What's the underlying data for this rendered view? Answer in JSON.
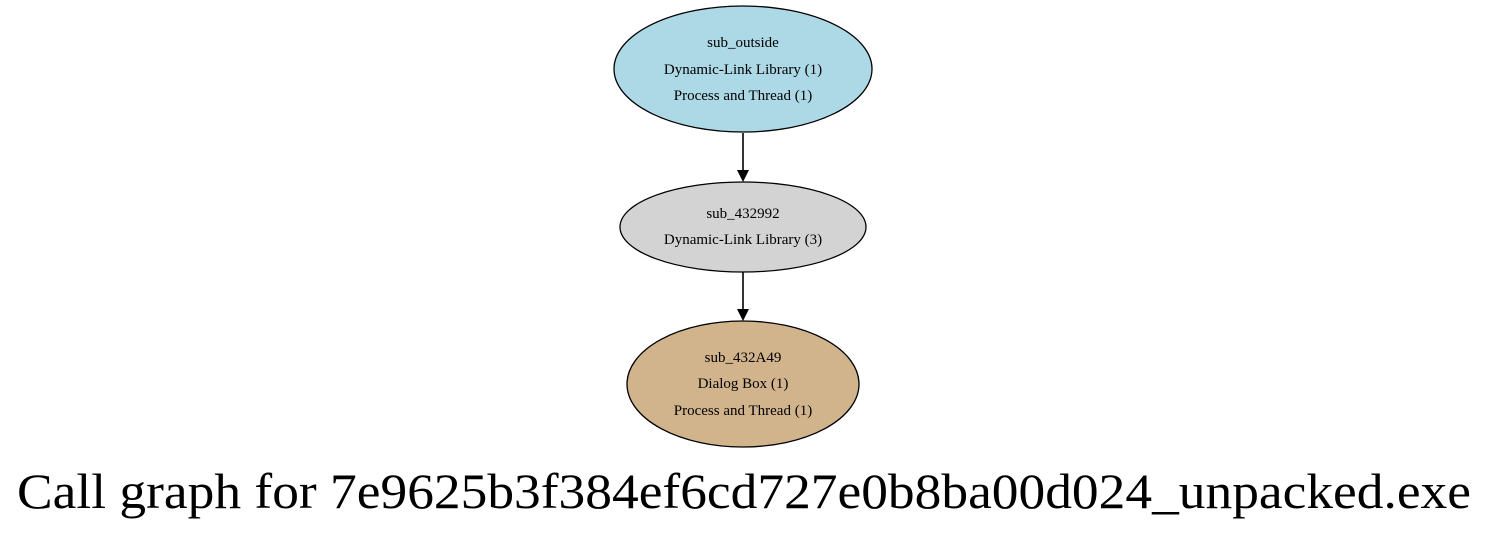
{
  "graph": {
    "title": "Call graph for 7e9625b3f384ef6cd727e0b8ba00d024_unpacked.exe",
    "nodes": [
      {
        "id": "sub_outside",
        "fill": "#add8e6",
        "lines": [
          "sub_outside",
          "Dynamic-Link Library (1)",
          "Process and Thread (1)"
        ]
      },
      {
        "id": "sub_432992",
        "fill": "#d3d3d3",
        "lines": [
          "sub_432992",
          "Dynamic-Link Library (3)"
        ]
      },
      {
        "id": "sub_432A49",
        "fill": "#d2b48c",
        "lines": [
          "sub_432A49",
          "Dialog Box (1)",
          "Process and Thread (1)"
        ]
      }
    ],
    "edges": [
      {
        "from": "sub_outside",
        "to": "sub_432992"
      },
      {
        "from": "sub_432992",
        "to": "sub_432A49"
      }
    ]
  }
}
